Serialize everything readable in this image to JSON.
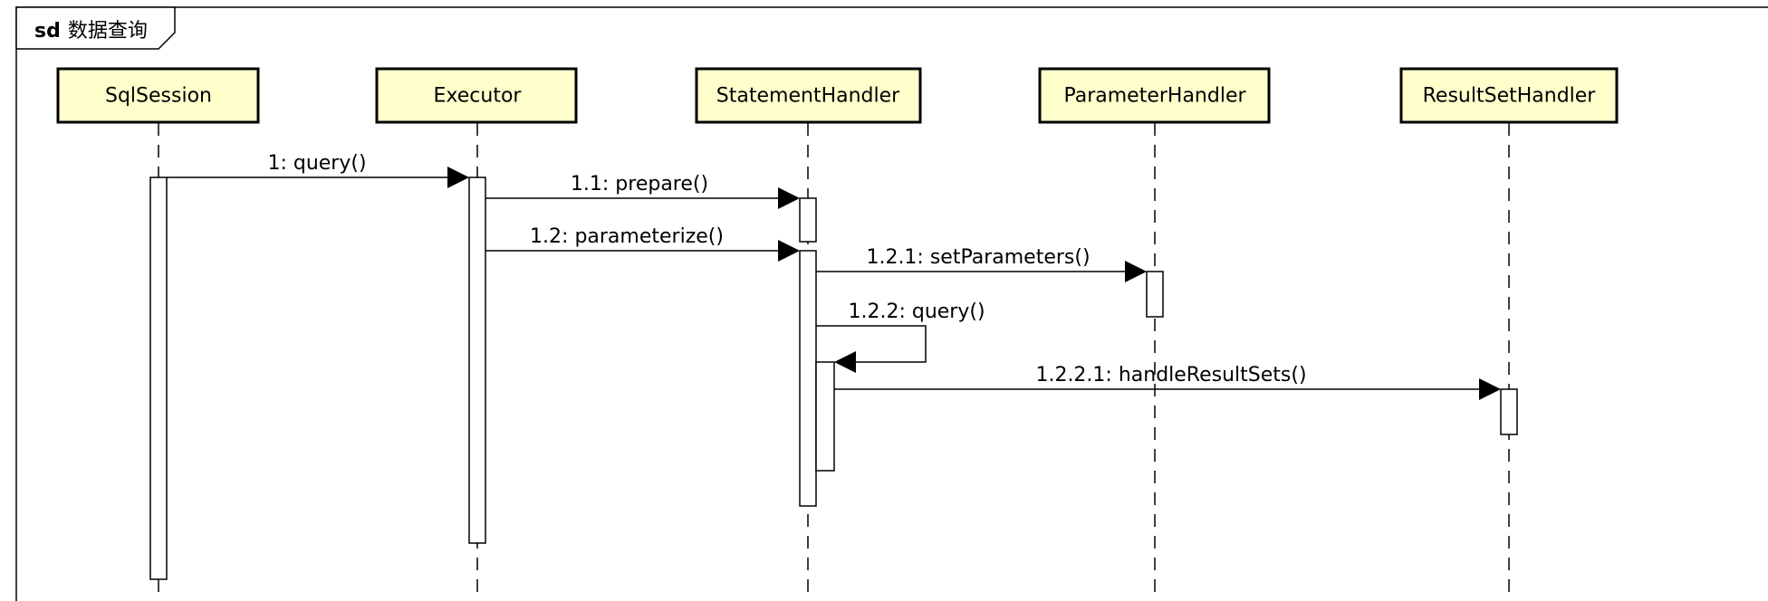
{
  "frame": {
    "keyword": "sd",
    "name": "数据查询"
  },
  "participants": [
    {
      "id": "sqlsession",
      "label": "SqlSession"
    },
    {
      "id": "executor",
      "label": "Executor"
    },
    {
      "id": "statementhandler",
      "label": "StatementHandler"
    },
    {
      "id": "parameterhandler",
      "label": "ParameterHandler"
    },
    {
      "id": "resultsethandler",
      "label": "ResultSetHandler"
    }
  ],
  "messages": [
    {
      "id": "m1",
      "label": "1: query()",
      "from": "sqlsession",
      "to": "executor"
    },
    {
      "id": "m1_1",
      "label": "1.1: prepare()",
      "from": "executor",
      "to": "statementhandler"
    },
    {
      "id": "m1_2",
      "label": "1.2: parameterize()",
      "from": "executor",
      "to": "statementhandler"
    },
    {
      "id": "m1_2_1",
      "label": "1.2.1: setParameters()",
      "from": "statementhandler",
      "to": "parameterhandler"
    },
    {
      "id": "m1_2_2",
      "label": "1.2.2: query()",
      "from": "statementhandler",
      "to": "statementhandler",
      "self": true
    },
    {
      "id": "m1_2_2_1",
      "label": "1.2.2.1: handleResultSets()",
      "from": "statementhandler",
      "to": "resultsethandler"
    }
  ],
  "colors": {
    "participant_fill": "#ffffcc",
    "line": "#000000",
    "background": "#ffffff"
  }
}
